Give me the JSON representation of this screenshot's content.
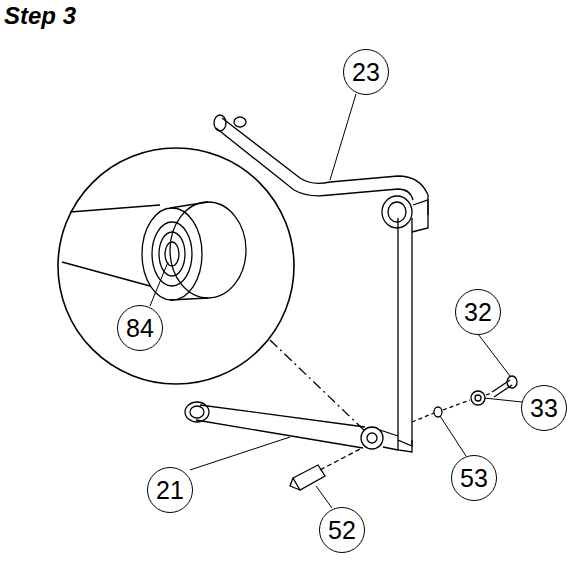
{
  "diagram": {
    "title": "Step 3",
    "nodes": [
      {
        "text": [
          "23"
        ]
      },
      {
        "text": [
          "84"
        ]
      },
      {
        "text": [
          "21"
        ]
      },
      {
        "text": [
          "52"
        ]
      },
      {
        "text": [
          "32"
        ]
      },
      {
        "text": [
          "53"
        ]
      },
      {
        "text": [
          "33"
        ]
      }
    ]
  }
}
